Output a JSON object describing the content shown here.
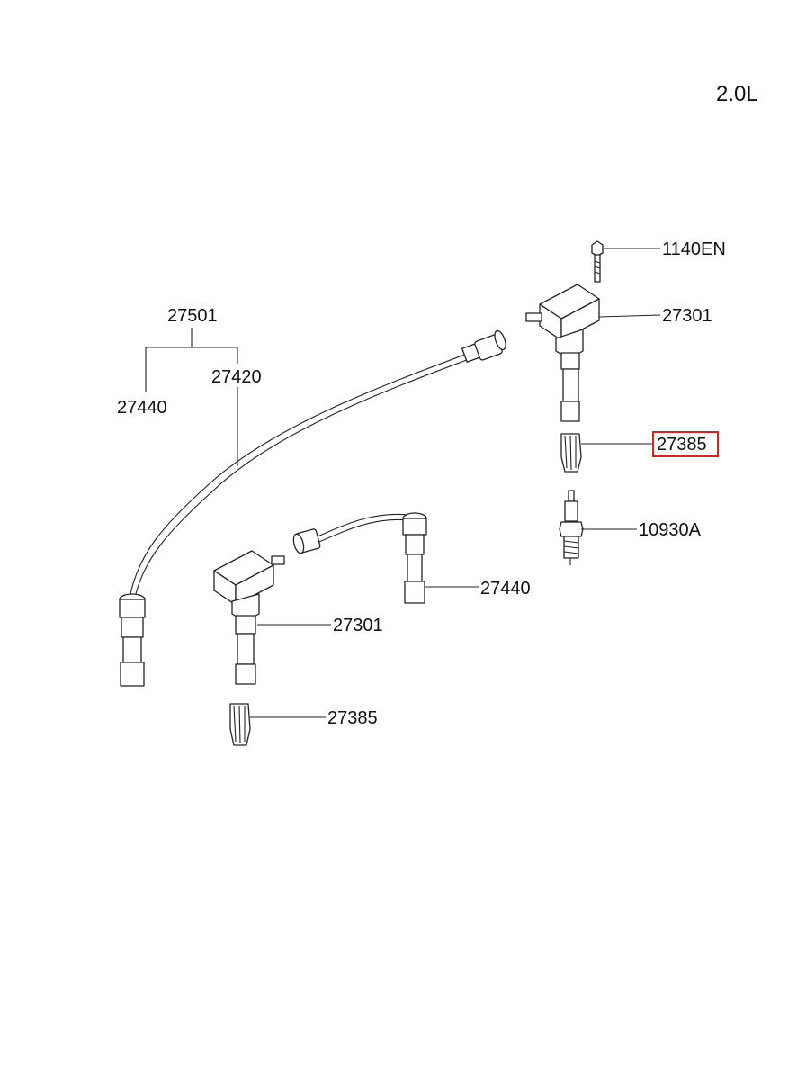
{
  "engine_label": "2.0L",
  "callouts": {
    "c1140en": "1140EN",
    "c27301_top": "27301",
    "c27385_top": "27385",
    "c10930a": "10930A",
    "c27501": "27501",
    "c27420": "27420",
    "c27440_left": "27440",
    "c27440_mid": "27440",
    "c27301_bottom": "27301",
    "c27385_bottom": "27385"
  },
  "highlight_color": "#e02020"
}
